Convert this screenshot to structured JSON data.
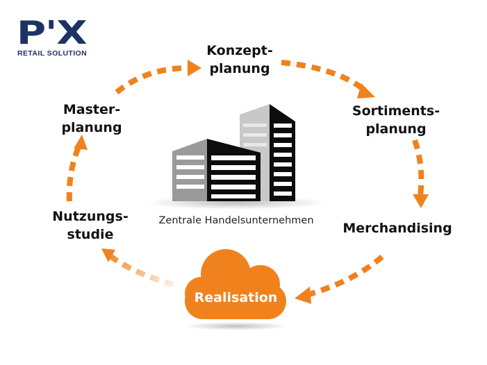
{
  "logo": {
    "mark": "P'X",
    "subtitle": "RETAIL SOLUTION",
    "color": "#1d3363"
  },
  "center": {
    "label": "Zentrale Handelsunternehmen"
  },
  "steps": {
    "konzept": "Konzept-\nplanung",
    "sortiment": "Sortiments-\nplanung",
    "merch": "Merchandising",
    "realisation": "Realisation",
    "nutzung": "Nutzungs-\nstudie",
    "master": "Master-\nplanung"
  },
  "colors": {
    "accent": "#f0821e",
    "building_dark": "#0d0d0d",
    "building_gray": "#9a9a9a"
  },
  "icons": {
    "center": "office-building-icon",
    "cloud": "cloud-icon"
  }
}
